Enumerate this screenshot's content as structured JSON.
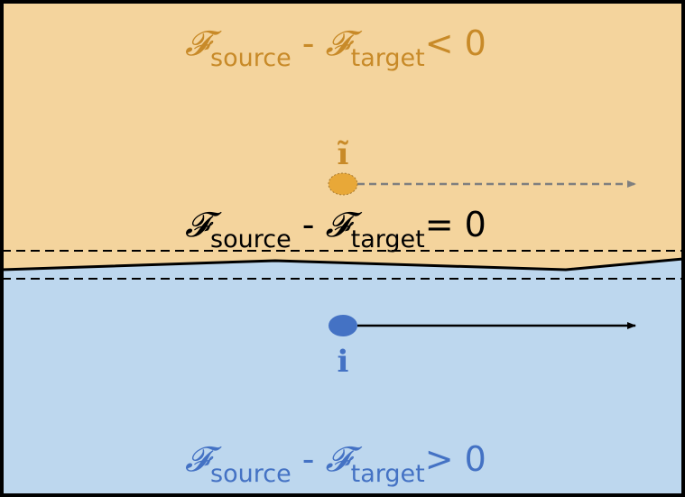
{
  "colors": {
    "upper_region": "#f4d49d",
    "lower_region": "#bdd7ee",
    "upper_text": "#c88a28",
    "boundary_text": "#000000",
    "lower_text": "#4472c4",
    "upper_point": "#e8a838",
    "lower_point": "#4472c4",
    "upper_arrow": "#7f7f7f",
    "lower_arrow": "#000000",
    "border": "#000000"
  },
  "formulas": {
    "top": {
      "f1": "𝓕",
      "s1": "source",
      "op": " - ",
      "f2": "𝓕",
      "s2": "target",
      "rel": "< 0"
    },
    "middle": {
      "f1": "𝓕",
      "s1": "source",
      "op": " - ",
      "f2": "𝓕",
      "s2": "target",
      "rel": "= 0"
    },
    "bottom": {
      "f1": "𝓕",
      "s1": "source",
      "op": " - ",
      "f2": "𝓕",
      "s2": "target",
      "rel": "> 0"
    }
  },
  "points": {
    "perturbed": {
      "label": "ĩ",
      "arrow_style": "dashed"
    },
    "original": {
      "label": "i",
      "arrow_style": "solid"
    }
  }
}
